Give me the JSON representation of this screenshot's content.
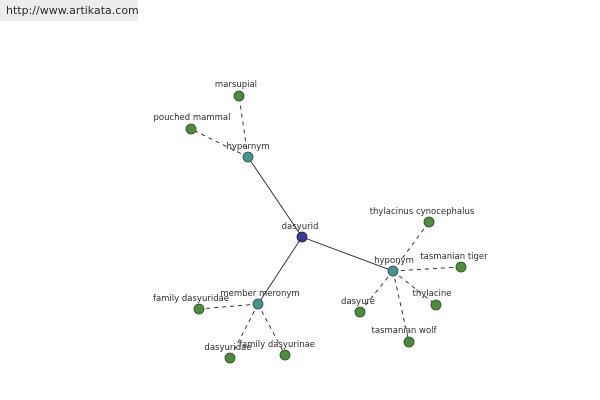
{
  "header": {
    "url": "http://www.artikata.com"
  },
  "graph": {
    "center": {
      "label": "dasyurid",
      "color": "#3b3b8f"
    },
    "relations": {
      "hypernym": {
        "label": "hypernym",
        "color": "#4a9290"
      },
      "member_meronym": {
        "label": "member meronym",
        "color": "#4a9290"
      },
      "hyponym": {
        "label": "hyponym",
        "color": "#4a9290"
      }
    },
    "leaf_color": "#4f8a3f",
    "leaves": {
      "marsupial": "marsupial",
      "pouched_mammal": "pouched mammal",
      "family_dasyuridae": "family dasyuridae",
      "dasyuridae": "dasyuridae",
      "family_dasyurinae": "family dasyurinae",
      "thylacinus_cynocephalus": "thylacinus cynocephalus",
      "tasmanian_tiger": "tasmanian tiger",
      "thylacine": "thylacine",
      "tasmanian_wolf": "tasmanian wolf",
      "dasyure": "dasyure"
    }
  }
}
